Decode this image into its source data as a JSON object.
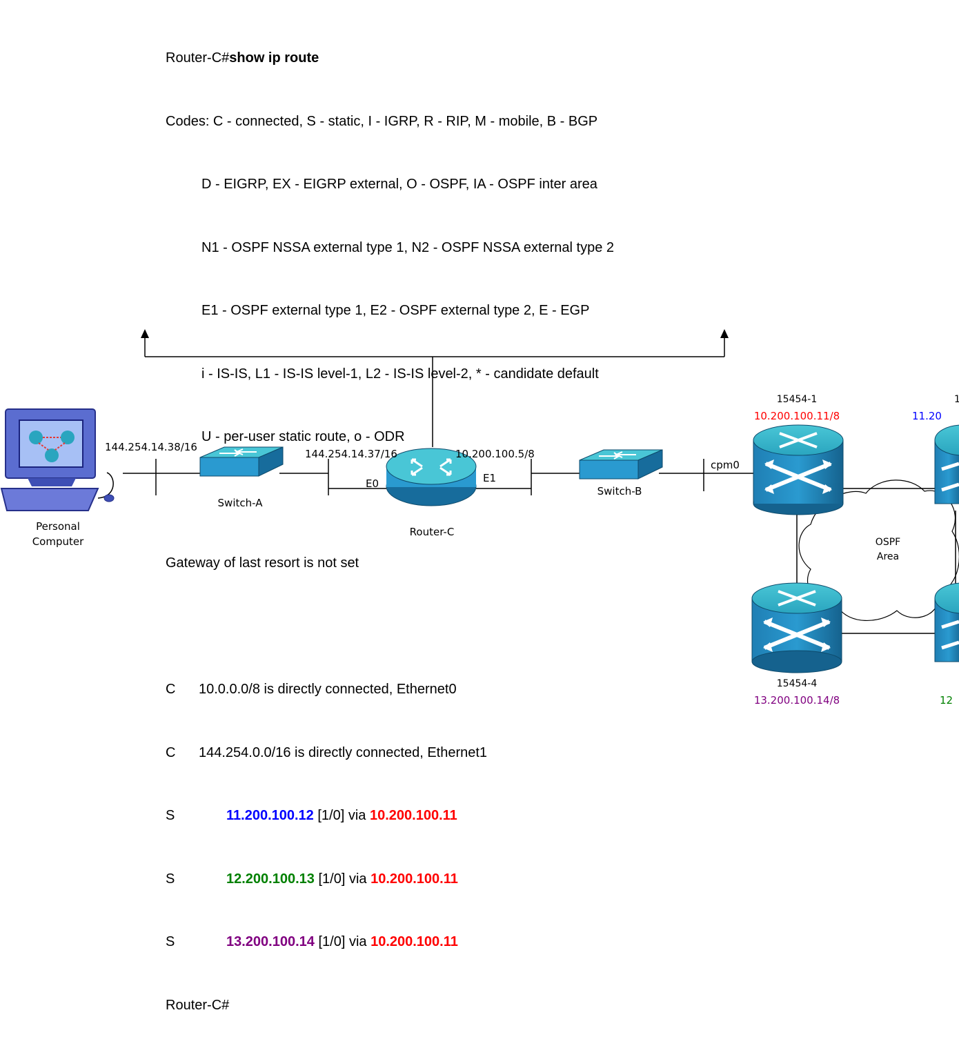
{
  "cli": {
    "prompt": "Router-C#",
    "command": "show ip route",
    "codes": [
      "Codes: C - connected, S - static, I - IGRP, R - RIP, M - mobile, B - BGP",
      "D - EIGRP, EX - EIGRP external, O - OSPF, IA - OSPF inter area",
      "N1 - OSPF NSSA external type 1, N2 - OSPF NSSA external type 2",
      "E1 - OSPF external type 1, E2 - OSPF external type 2, E - EGP",
      "i - IS-IS, L1 - IS-IS level-1, L2 - IS-IS level-2, * - candidate default",
      "U - per-user static route, o - ODR"
    ],
    "gateway": "Gateway of last resort is not set",
    "connected": [
      {
        "code": "C",
        "text": "10.0.0.0/8 is directly connected, Ethernet0"
      },
      {
        "code": "C",
        "text": "144.254.0.0/16 is directly connected, Ethernet1"
      }
    ],
    "static_routes": [
      {
        "code": "S",
        "dest": "11.200.100.12",
        "metric": "[1/0] via",
        "via": "10.200.100.11"
      },
      {
        "code": "S",
        "dest": "12.200.100.13",
        "metric": "[1/0] via",
        "via": "10.200.100.11"
      },
      {
        "code": "S",
        "dest": "13.200.100.14",
        "metric": "[1/0] via",
        "via": "10.200.100.11"
      }
    ],
    "end_prompt": "Router-C#"
  },
  "colors": {
    "blue": "#0000ff",
    "green": "#008000",
    "purple": "#800080",
    "red": "#ff0000"
  },
  "diagram": {
    "pc_label_1": "Personal",
    "pc_label_2": "Computer",
    "pc_ip": "144.254.14.38/16",
    "switch_a": "Switch-A",
    "e0_ip": "144.254.14.37/16",
    "e0": "E0",
    "router": "Router-C",
    "e1_ip": "10.200.100.5/8",
    "e1": "E1",
    "switch_b": "Switch-B",
    "cpm0": "cpm0",
    "n1_name": "15454-1",
    "n1_ip": "10.200.100.11/8",
    "n2_name": "1",
    "n2_ip": "11.20",
    "n4_name": "15454-4",
    "n4_ip": "13.200.100.14/8",
    "n3_ip": "12",
    "ospf_1": "OSPF",
    "ospf_2": "Area"
  }
}
